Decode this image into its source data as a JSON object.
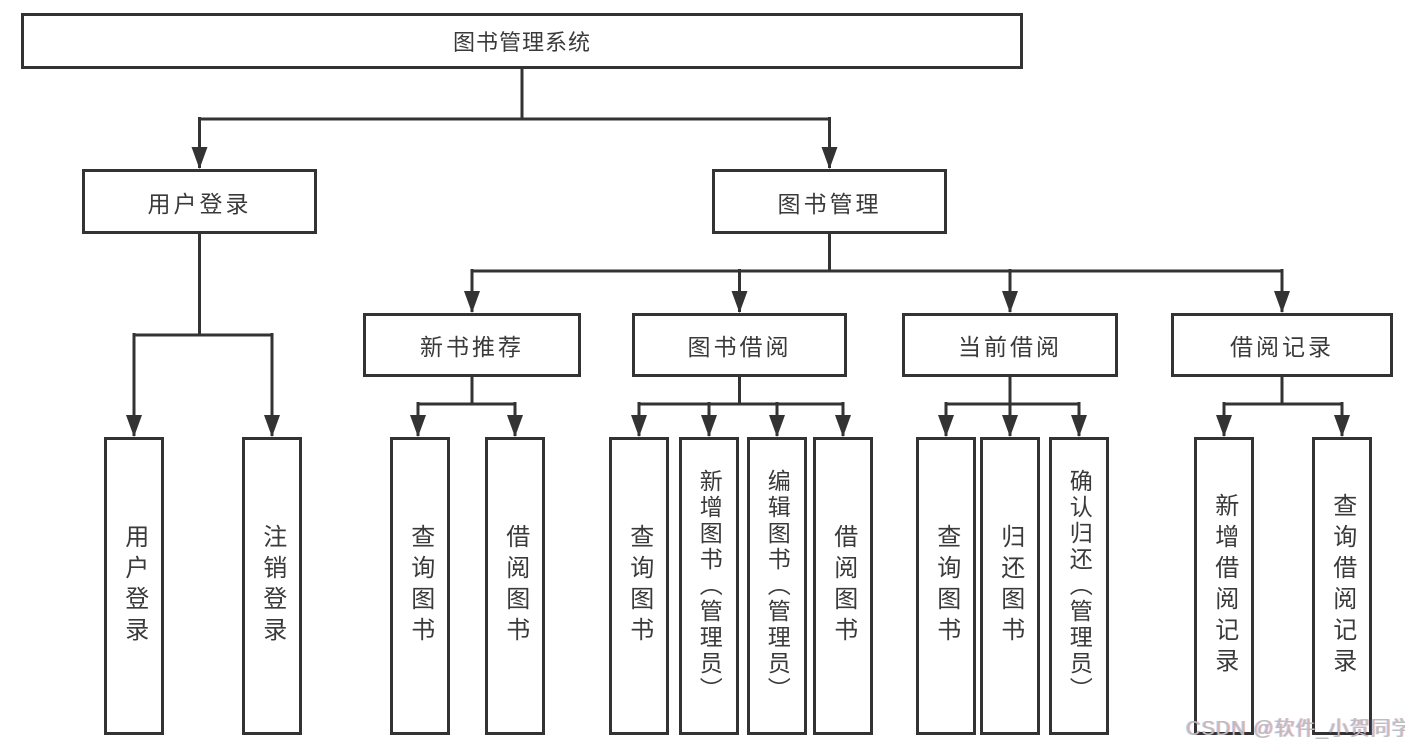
{
  "tree": {
    "root": {
      "label": "图书管理系统"
    },
    "branches": [
      {
        "label": "用户登录",
        "children": [
          {
            "label": "用户登录"
          },
          {
            "label": "注销登录"
          }
        ]
      },
      {
        "label": "图书管理",
        "children": [
          {
            "label": "新书推荐",
            "children": [
              {
                "label": "查询图书"
              },
              {
                "label": "借阅图书"
              }
            ]
          },
          {
            "label": "图书借阅",
            "children": [
              {
                "label": "查询图书"
              },
              {
                "label": "新增图书（管理员）"
              },
              {
                "label": "编辑图书（管理员）"
              },
              {
                "label": "借阅图书"
              }
            ]
          },
          {
            "label": "当前借阅",
            "children": [
              {
                "label": "查询图书"
              },
              {
                "label": "归还图书"
              },
              {
                "label": "确认归还（管理员）"
              }
            ]
          },
          {
            "label": "借阅记录",
            "children": [
              {
                "label": "新增借阅记录"
              },
              {
                "label": "查询借阅记录"
              }
            ]
          }
        ]
      }
    ]
  },
  "watermark": "CSDN @软件_小贺同学",
  "colors": {
    "line": "#333333",
    "text": "#3a3a3a",
    "box_bg": "#ffffff",
    "watermark": "#bdbdbd"
  }
}
